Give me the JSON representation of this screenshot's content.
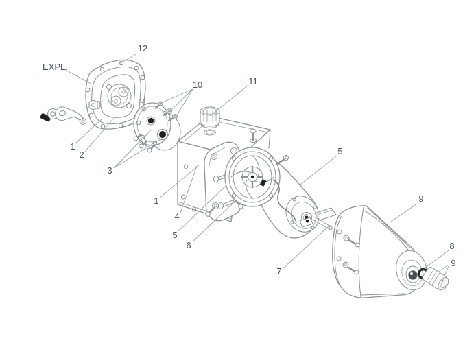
{
  "diagram": {
    "figure_label": "EXPL.",
    "callouts": [
      {
        "id": "12",
        "label": "12"
      },
      {
        "id": "10",
        "label": "10"
      },
      {
        "id": "11",
        "label": "11"
      },
      {
        "id": "1-upper",
        "label": "1"
      },
      {
        "id": "2",
        "label": "2"
      },
      {
        "id": "3",
        "label": "3"
      },
      {
        "id": "1-mid",
        "label": "1"
      },
      {
        "id": "4",
        "label": "4"
      },
      {
        "id": "5-left",
        "label": "5"
      },
      {
        "id": "6",
        "label": "6"
      },
      {
        "id": "5-right",
        "label": "5"
      },
      {
        "id": "7",
        "label": "7"
      },
      {
        "id": "9-cover",
        "label": "9"
      },
      {
        "id": "8",
        "label": "8"
      },
      {
        "id": "9-gland",
        "label": "9"
      }
    ]
  },
  "colors": {
    "label": "#44505a",
    "leader": "#9aa0a0",
    "line": "#8d9192",
    "dark": "#1d1f20"
  }
}
